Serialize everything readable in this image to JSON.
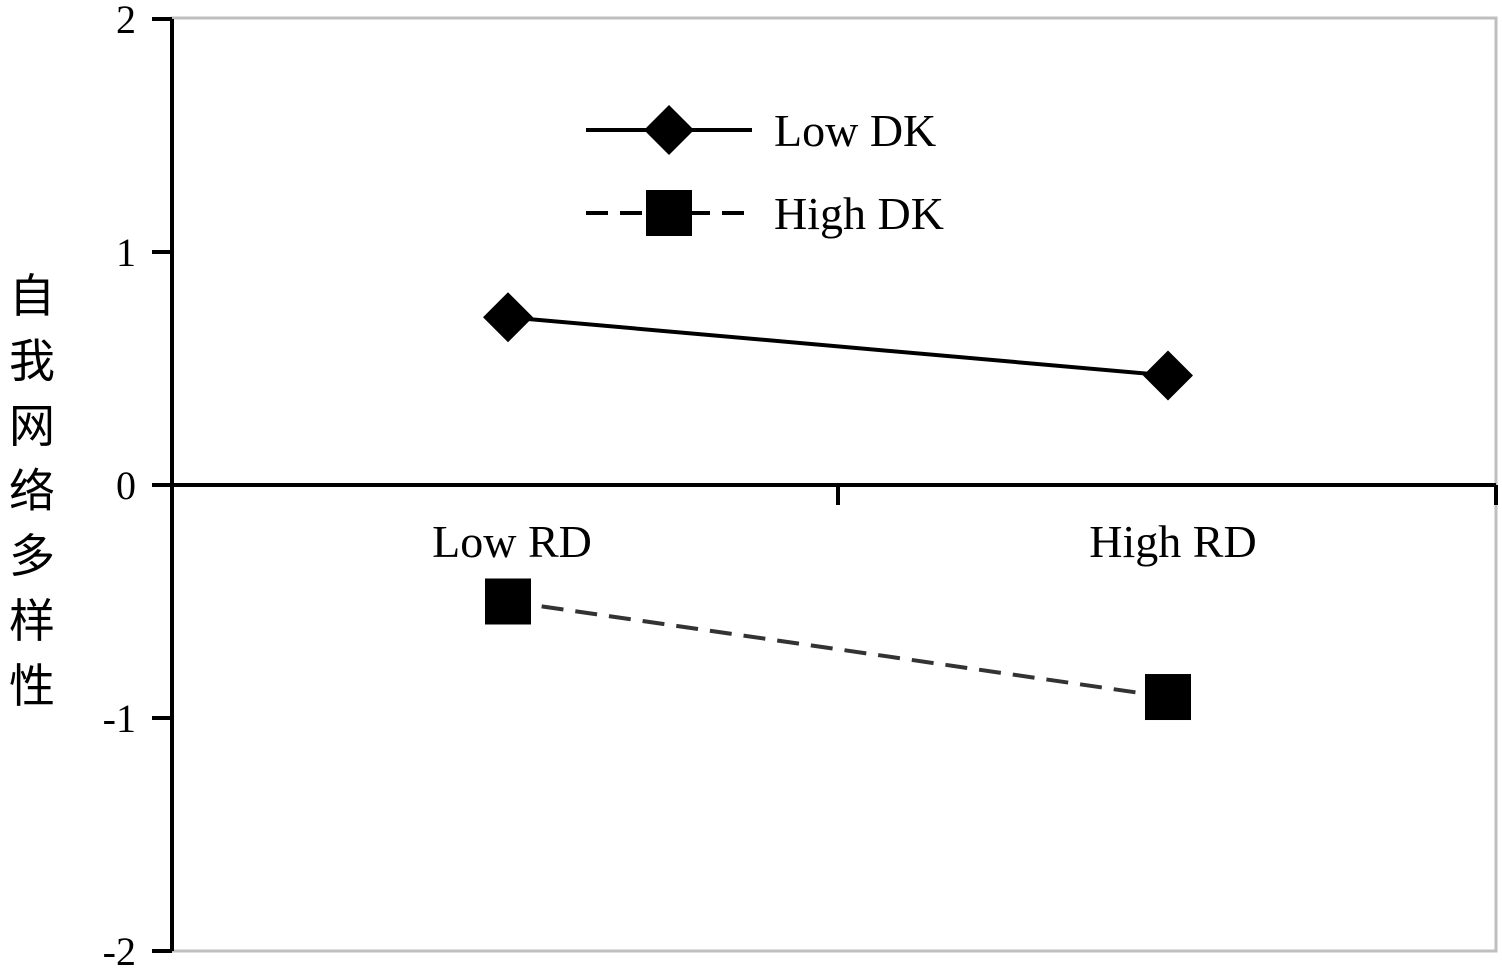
{
  "chart_data": {
    "type": "line",
    "title": "",
    "xlabel": "",
    "ylabel": "自我网络多样性",
    "categories": [
      "Low RD",
      "High RD"
    ],
    "series": [
      {
        "name": "Low DK",
        "values": [
          0.72,
          0.47
        ],
        "marker": "diamond",
        "line_style": "solid",
        "color": "#000000"
      },
      {
        "name": "High DK",
        "values": [
          -0.5,
          -0.91
        ],
        "marker": "square",
        "line_style": "dashed",
        "color": "#333333"
      }
    ],
    "ylim": [
      -2,
      2
    ],
    "yticks": [
      "2",
      "1",
      "0",
      "-1",
      "-2"
    ],
    "grid": false,
    "legend_position": "top-center",
    "frame_color": "#bfbfbf"
  }
}
